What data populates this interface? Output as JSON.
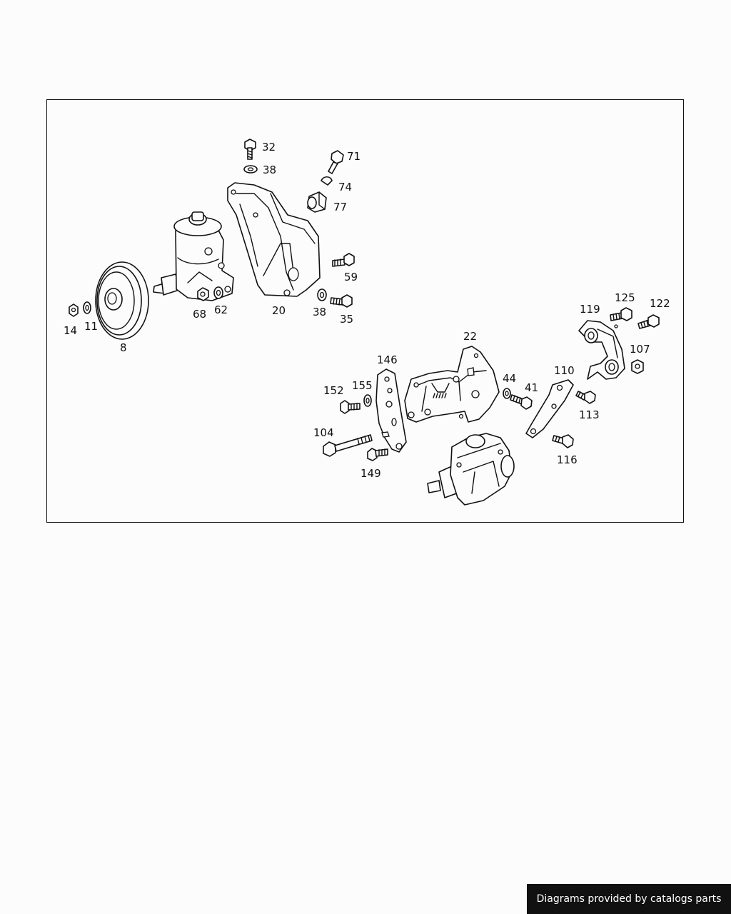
{
  "diagram": {
    "callouts": [
      {
        "id": "c32",
        "label": "32"
      },
      {
        "id": "c38a",
        "label": "38"
      },
      {
        "id": "c71",
        "label": "71"
      },
      {
        "id": "c74",
        "label": "74"
      },
      {
        "id": "c77",
        "label": "77"
      },
      {
        "id": "c59",
        "label": "59"
      },
      {
        "id": "c20",
        "label": "20"
      },
      {
        "id": "c38b",
        "label": "38"
      },
      {
        "id": "c35",
        "label": "35"
      },
      {
        "id": "c68",
        "label": "68"
      },
      {
        "id": "c62",
        "label": "62"
      },
      {
        "id": "c14",
        "label": "14"
      },
      {
        "id": "c11",
        "label": "11"
      },
      {
        "id": "c8",
        "label": "8"
      },
      {
        "id": "c22",
        "label": "22"
      },
      {
        "id": "c146",
        "label": "146"
      },
      {
        "id": "c155",
        "label": "155"
      },
      {
        "id": "c152",
        "label": "152"
      },
      {
        "id": "c44",
        "label": "44"
      },
      {
        "id": "c41",
        "label": "41"
      },
      {
        "id": "c110",
        "label": "110"
      },
      {
        "id": "c119",
        "label": "119"
      },
      {
        "id": "c125",
        "label": "125"
      },
      {
        "id": "c122",
        "label": "122"
      },
      {
        "id": "c107",
        "label": "107"
      },
      {
        "id": "c113",
        "label": "113"
      },
      {
        "id": "c104",
        "label": "104"
      },
      {
        "id": "c149",
        "label": "149"
      },
      {
        "id": "c116",
        "label": "116"
      }
    ]
  },
  "footer": {
    "credit": "Diagrams provided by catalogs parts"
  }
}
